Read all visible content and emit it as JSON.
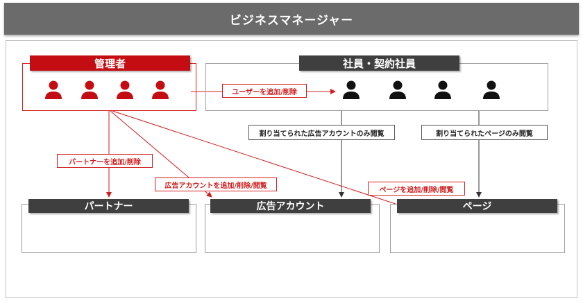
{
  "title": "ビジネスマネージャー",
  "admin": {
    "label": "管理者",
    "icon": "person-icon",
    "count": 4
  },
  "staff": {
    "label": "社員・契約社員",
    "icon": "person-icon",
    "count": 4
  },
  "partner": {
    "label": "パートナー"
  },
  "ad_account": {
    "label": "広告アカウント"
  },
  "page": {
    "label": "ページ"
  },
  "edges": {
    "user_add": "ユーザーを追加/削除",
    "partner_add": "パートナーを追加/削除",
    "ad_account_add": "広告アカウントを追加/削除/閲覧",
    "page_add": "ページを追加/削除/閲覧",
    "staff_ad_view": "割り当てられた広告アカウントのみ閲覧",
    "staff_page_view": "割り当てられたページのみ閲覧"
  },
  "colors": {
    "accent_red": "#c30d12",
    "dark_header": "#3f3f3f",
    "title_bar": "#6b6b6b"
  }
}
